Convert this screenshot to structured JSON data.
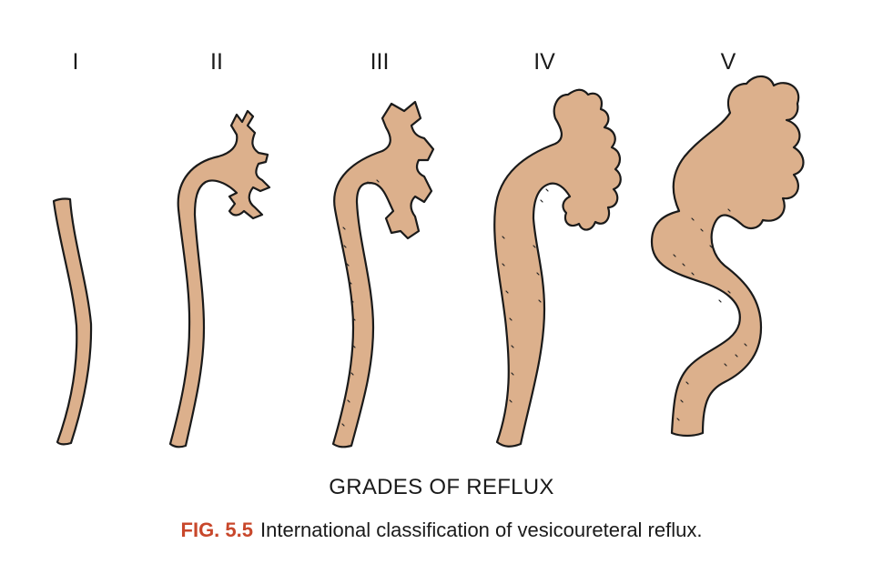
{
  "grades": [
    {
      "label": "I"
    },
    {
      "label": "II"
    },
    {
      "label": "III"
    },
    {
      "label": "IV"
    },
    {
      "label": "V"
    }
  ],
  "heading": "GRADES OF REFLUX",
  "caption": {
    "figure_number": "FIG. 5.5",
    "text": "International classification of vesicoureteral reflux."
  },
  "colors": {
    "ureter_fill": "#dcb08c",
    "outline": "#1a1a1a",
    "figure_number": "#c8472b"
  }
}
